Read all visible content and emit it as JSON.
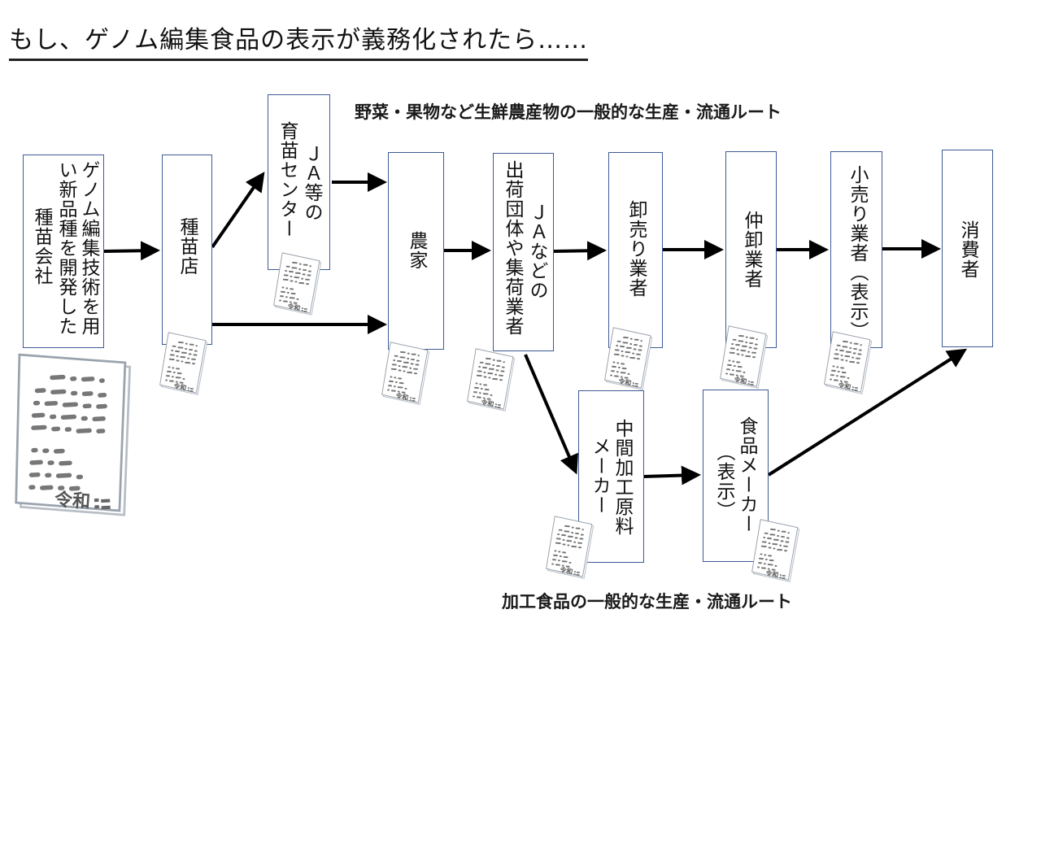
{
  "title": "もし、ゲノム編集食品の表示が義務化されたら……",
  "captions": {
    "fresh_route": "野菜・果物など生鮮農産物の一般的な生産・流通ルート",
    "processed_route": "加工食品の一般的な生産・流通ルート"
  },
  "nodes": {
    "seed_company": {
      "line1": "ゲノム編集技術を用",
      "line2": "い新品種を開発した",
      "line3": "種苗会社"
    },
    "seed_shop": {
      "label": "種苗店"
    },
    "ja_nursery": {
      "line1": "ＪＡ等の",
      "line2": "育苗センター"
    },
    "farmer": {
      "label": "農家"
    },
    "shipper": {
      "line1": "ＪＡなどの",
      "line2": "出荷団体や集荷業者"
    },
    "wholesaler": {
      "label": "卸売り業者"
    },
    "intermediate_wholesaler": {
      "label": "仲卸業者"
    },
    "retailer": {
      "label": "小売り業者（表示）"
    },
    "consumer": {
      "label": "消費者"
    },
    "intermediate_maker": {
      "line1": "中間加工原料",
      "line2": "メーカー"
    },
    "food_maker": {
      "line1": "食品メーカー",
      "line2": "（表示）"
    }
  },
  "document_icon": {
    "name": "document-icon",
    "stamp": "令和"
  },
  "edges": [
    [
      "seed_company",
      "seed_shop"
    ],
    [
      "seed_shop",
      "ja_nursery"
    ],
    [
      "seed_shop",
      "farmer"
    ],
    [
      "ja_nursery",
      "farmer"
    ],
    [
      "farmer",
      "shipper"
    ],
    [
      "shipper",
      "wholesaler"
    ],
    [
      "wholesaler",
      "intermediate_wholesaler"
    ],
    [
      "intermediate_wholesaler",
      "retailer"
    ],
    [
      "retailer",
      "consumer"
    ],
    [
      "shipper",
      "intermediate_maker"
    ],
    [
      "intermediate_maker",
      "food_maker"
    ],
    [
      "food_maker",
      "consumer"
    ]
  ],
  "colors": {
    "box_border": "#3d5a96",
    "arrow": "#000000",
    "doc_outline": "#9aa3ad"
  }
}
